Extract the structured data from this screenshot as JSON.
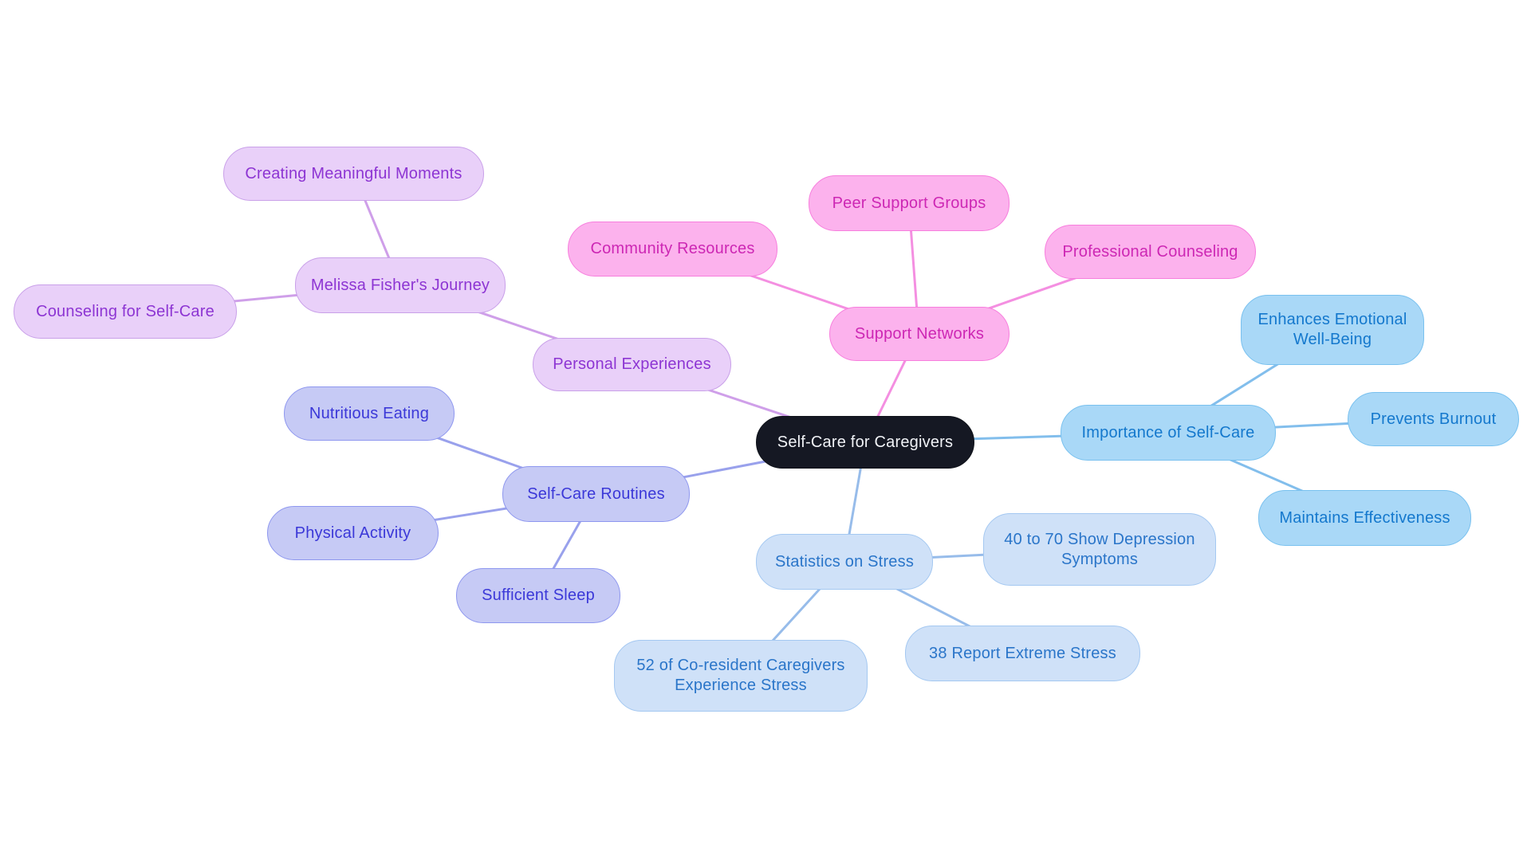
{
  "diagram": {
    "type": "mind-map",
    "title": "Self-Care for Caregivers",
    "background": "#ffffff"
  },
  "clusters": {
    "central": {
      "fill": "#151823",
      "border": "#0f1219",
      "text": "#f0f2f6",
      "edge": "#b9b3d8"
    },
    "personal": {
      "fill": "#e9d0f9",
      "border": "#c9a0e9",
      "text": "#8d35d3",
      "edge": "#cf9fe9"
    },
    "support": {
      "fill": "#fcb2ed",
      "border": "#f77edd",
      "text": "#cd27b4",
      "edge": "#f48fe1"
    },
    "importance": {
      "fill": "#a9d8f7",
      "border": "#79c1ef",
      "text": "#1478cd",
      "edge": "#82beec"
    },
    "routines": {
      "fill": "#c6caf5",
      "border": "#8e97ef",
      "text": "#3b38d8",
      "edge": "#99a1ec"
    },
    "statistics": {
      "fill": "#cfe1f8",
      "border": "#a4c8f1",
      "text": "#2a75c9",
      "edge": "#97bcea"
    }
  },
  "nodes": [
    {
      "id": "self-care-for-caregivers",
      "cluster": "central",
      "label": "Self-Care for Caregivers"
    },
    {
      "id": "personal-experiences",
      "cluster": "personal",
      "label": "Personal Experiences"
    },
    {
      "id": "melissa-fishers-journey",
      "cluster": "personal",
      "label": "Melissa Fisher's Journey"
    },
    {
      "id": "creating-meaningful-moments",
      "cluster": "personal",
      "label": "Creating Meaningful Moments"
    },
    {
      "id": "counseling-for-self-care",
      "cluster": "personal",
      "label": "Counseling for Self-Care"
    },
    {
      "id": "support-networks",
      "cluster": "support",
      "label": "Support Networks"
    },
    {
      "id": "community-resources",
      "cluster": "support",
      "label": "Community Resources"
    },
    {
      "id": "peer-support-groups",
      "cluster": "support",
      "label": "Peer Support Groups"
    },
    {
      "id": "professional-counseling",
      "cluster": "support",
      "label": "Professional Counseling"
    },
    {
      "id": "importance-of-self-care",
      "cluster": "importance",
      "label": "Importance of Self-Care"
    },
    {
      "id": "enhances-emotional-well-being",
      "cluster": "importance",
      "label": "Enhances Emotional Well-Being"
    },
    {
      "id": "prevents-burnout",
      "cluster": "importance",
      "label": "Prevents Burnout"
    },
    {
      "id": "maintains-effectiveness",
      "cluster": "importance",
      "label": "Maintains Effectiveness"
    },
    {
      "id": "self-care-routines",
      "cluster": "routines",
      "label": "Self-Care Routines"
    },
    {
      "id": "nutritious-eating",
      "cluster": "routines",
      "label": "Nutritious Eating"
    },
    {
      "id": "physical-activity",
      "cluster": "routines",
      "label": "Physical Activity"
    },
    {
      "id": "sufficient-sleep",
      "cluster": "routines",
      "label": "Sufficient Sleep"
    },
    {
      "id": "statistics-on-stress",
      "cluster": "statistics",
      "label": "Statistics on Stress"
    },
    {
      "id": "forty-to-seventy-depression",
      "cluster": "statistics",
      "label": "40 to 70 Show Depression Symptoms"
    },
    {
      "id": "thirty-eight-extreme-stress",
      "cluster": "statistics",
      "label": "38 Report Extreme Stress"
    },
    {
      "id": "fifty-two-coresident-stress",
      "cluster": "statistics",
      "label": "52 of Co-resident Caregivers Experience Stress"
    }
  ],
  "edges": [
    {
      "from": "self-care-for-caregivers",
      "to": "personal-experiences"
    },
    {
      "from": "personal-experiences",
      "to": "melissa-fishers-journey"
    },
    {
      "from": "melissa-fishers-journey",
      "to": "creating-meaningful-moments"
    },
    {
      "from": "melissa-fishers-journey",
      "to": "counseling-for-self-care"
    },
    {
      "from": "self-care-for-caregivers",
      "to": "support-networks"
    },
    {
      "from": "support-networks",
      "to": "community-resources"
    },
    {
      "from": "support-networks",
      "to": "peer-support-groups"
    },
    {
      "from": "support-networks",
      "to": "professional-counseling"
    },
    {
      "from": "self-care-for-caregivers",
      "to": "importance-of-self-care"
    },
    {
      "from": "importance-of-self-care",
      "to": "enhances-emotional-well-being"
    },
    {
      "from": "importance-of-self-care",
      "to": "prevents-burnout"
    },
    {
      "from": "importance-of-self-care",
      "to": "maintains-effectiveness"
    },
    {
      "from": "self-care-for-caregivers",
      "to": "self-care-routines"
    },
    {
      "from": "self-care-routines",
      "to": "nutritious-eating"
    },
    {
      "from": "self-care-routines",
      "to": "physical-activity"
    },
    {
      "from": "self-care-routines",
      "to": "sufficient-sleep"
    },
    {
      "from": "self-care-for-caregivers",
      "to": "statistics-on-stress"
    },
    {
      "from": "statistics-on-stress",
      "to": "forty-to-seventy-depression"
    },
    {
      "from": "statistics-on-stress",
      "to": "thirty-eight-extreme-stress"
    },
    {
      "from": "statistics-on-stress",
      "to": "fifty-two-coresident-stress"
    }
  ]
}
